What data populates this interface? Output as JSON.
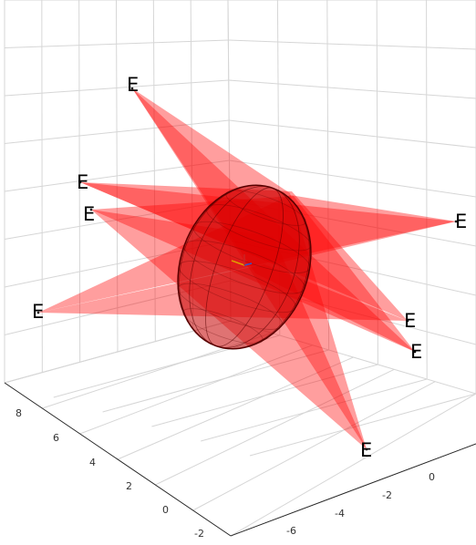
{
  "chart_data": {
    "type": "3d-surface",
    "x_ticks": [
      8,
      6,
      4,
      2,
      0,
      -2
    ],
    "y_ticks": [
      -6,
      -4,
      -2,
      0
    ],
    "vertex_label": "E",
    "vertex_labels": [
      "E",
      "E",
      "E",
      "E",
      "E",
      "E",
      "E",
      "E"
    ],
    "grid": true,
    "colors": {
      "triangle_fill": "#ff0000",
      "triangle_opacity": 0.38,
      "ellipsoid_fill": "#c40000",
      "ellipsoid_edge": "#5a0000",
      "grid": "#d6d6d6",
      "axis": "#262626",
      "origin_x": "#e0a000",
      "origin_y": "#3355cc",
      "origin_z": "#cc2222"
    }
  }
}
